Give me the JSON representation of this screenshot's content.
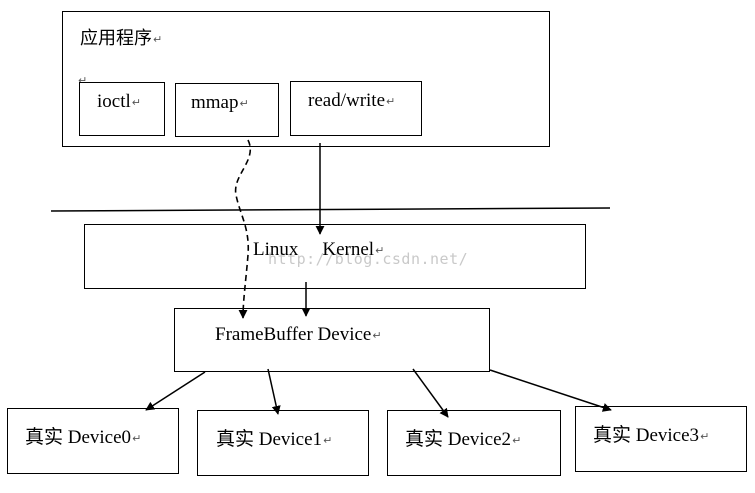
{
  "app": {
    "title": "应用程序",
    "buttons": {
      "ioctl": "ioctl",
      "mmap": "mmap",
      "read_write": "read/write"
    }
  },
  "kernel": {
    "word1": "Linux",
    "word2": "Kernel"
  },
  "framebuffer": {
    "label": "FrameBuffer Device"
  },
  "devices": [
    {
      "label": "真实 Device0"
    },
    {
      "label": "真实 Device1"
    },
    {
      "label": "真实 Device2"
    },
    {
      "label": "真实 Device3"
    }
  ],
  "watermark": {
    "text": "http://blog.csdn.net/"
  },
  "paragraph_mark": "↵"
}
